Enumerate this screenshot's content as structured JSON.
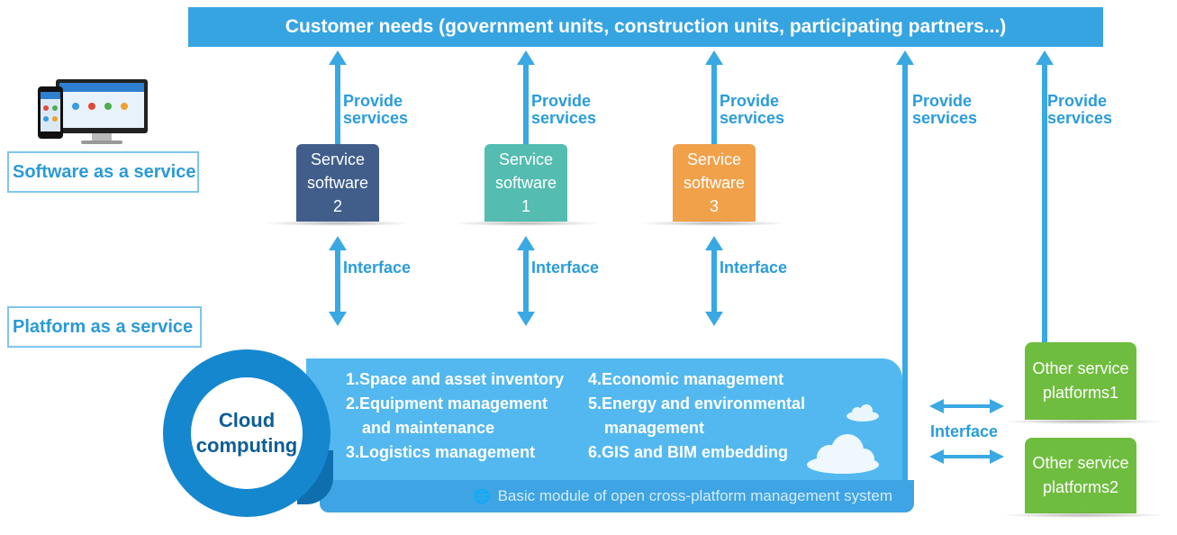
{
  "banner": {
    "title": "Customer needs (government units, construction units, participating partners...)"
  },
  "layers": {
    "saas": "Software as a service",
    "paas": "Platform as a service"
  },
  "arrow_labels": {
    "provide_line1": "Provide",
    "provide_line2": "services",
    "interface": "Interface"
  },
  "service_software": [
    {
      "line1": "Service",
      "line2": "software",
      "num": "2",
      "color": "#415e8b"
    },
    {
      "line1": "Service",
      "line2": "software",
      "num": "1",
      "color": "#54bcb1"
    },
    {
      "line1": "Service",
      "line2": "software",
      "num": "3",
      "color": "#f0a14a"
    }
  ],
  "cloud": {
    "line1": "Cloud",
    "line2": "computing"
  },
  "modules": {
    "m1": "1.Space and asset inventory",
    "m2a": "2.Equipment management",
    "m2b": "and maintenance",
    "m3": "3.Logistics management",
    "m4": "4.Economic management",
    "m5a": "5.Energy and environmental",
    "m5b": "management",
    "m6": "6.GIS and BIM embedding"
  },
  "basic_module": "Basic module of open cross-platform management system",
  "other_platforms": [
    {
      "line1": "Other service",
      "line2": "platforms1"
    },
    {
      "line1": "Other service",
      "line2": "platforms2"
    }
  ],
  "colors": {
    "accent": "#36a4e1",
    "arrow": "#3aa8e3",
    "green": "#6fbd3e",
    "ring": "#1487cf"
  },
  "icons": [
    "devices-icon",
    "globe-icon",
    "cloud-icon"
  ]
}
